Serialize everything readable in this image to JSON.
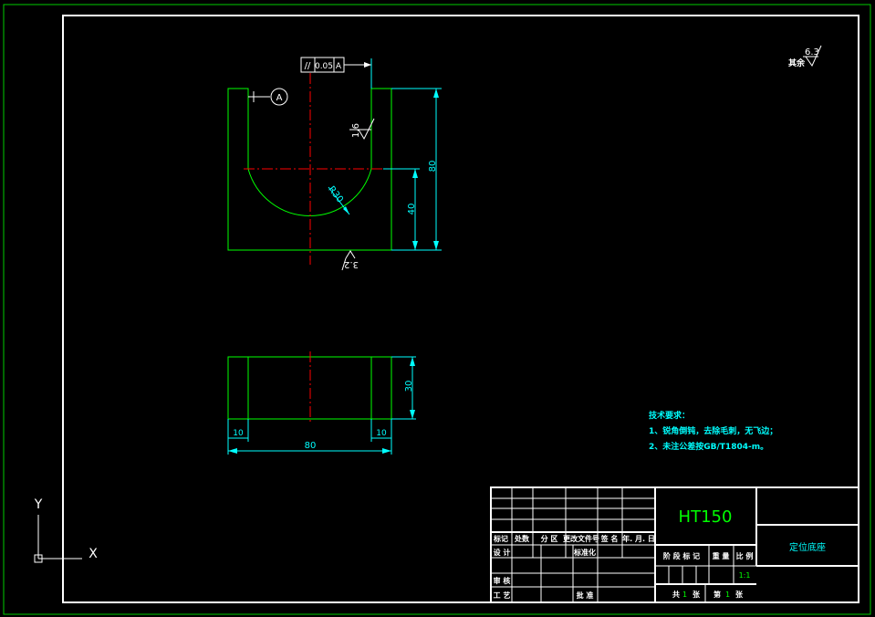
{
  "drawing": {
    "material": "HT150",
    "part_name": "定位底座",
    "scale": "1:1",
    "sheet_total_prefix": "共",
    "sheet_total_value": "1",
    "sheet_total_suffix": "张",
    "sheet_index_prefix": "第",
    "sheet_index_value": "1",
    "sheet_index_suffix": "张"
  },
  "title_block_labels": {
    "mark": "标记",
    "count": "处数",
    "zone": "分 区",
    "change_doc": "更改文件号",
    "signature": "签 名",
    "date": "年. 月. 日",
    "design": "设 计",
    "standardization": "标准化",
    "review": "审 核",
    "process": "工 艺",
    "approve": "批 准",
    "stage_mark": "阶 段 标 记",
    "weight": "重 量",
    "scale_label": "比 例"
  },
  "tech_requirements": {
    "title": "技术要求：",
    "items": [
      "1、锐角倒钝，去除毛刺，无飞边；",
      "2、未注公差按GB/T1804-m。"
    ]
  },
  "roughness": {
    "general_label": "其余",
    "general_value": "6.3",
    "side_value": "1.6",
    "bottom_value": "3.2"
  },
  "tolerance_frame": {
    "symbol": "//",
    "value": "0.05",
    "datum": "A"
  },
  "datum_label": "A",
  "dimensions": {
    "height_total": "80",
    "height_half": "40",
    "radius": "R30",
    "depth": "30",
    "width_total": "80",
    "left_wall": "10",
    "right_wall": "10"
  },
  "ucs": {
    "x_label": "X",
    "y_label": "Y"
  }
}
